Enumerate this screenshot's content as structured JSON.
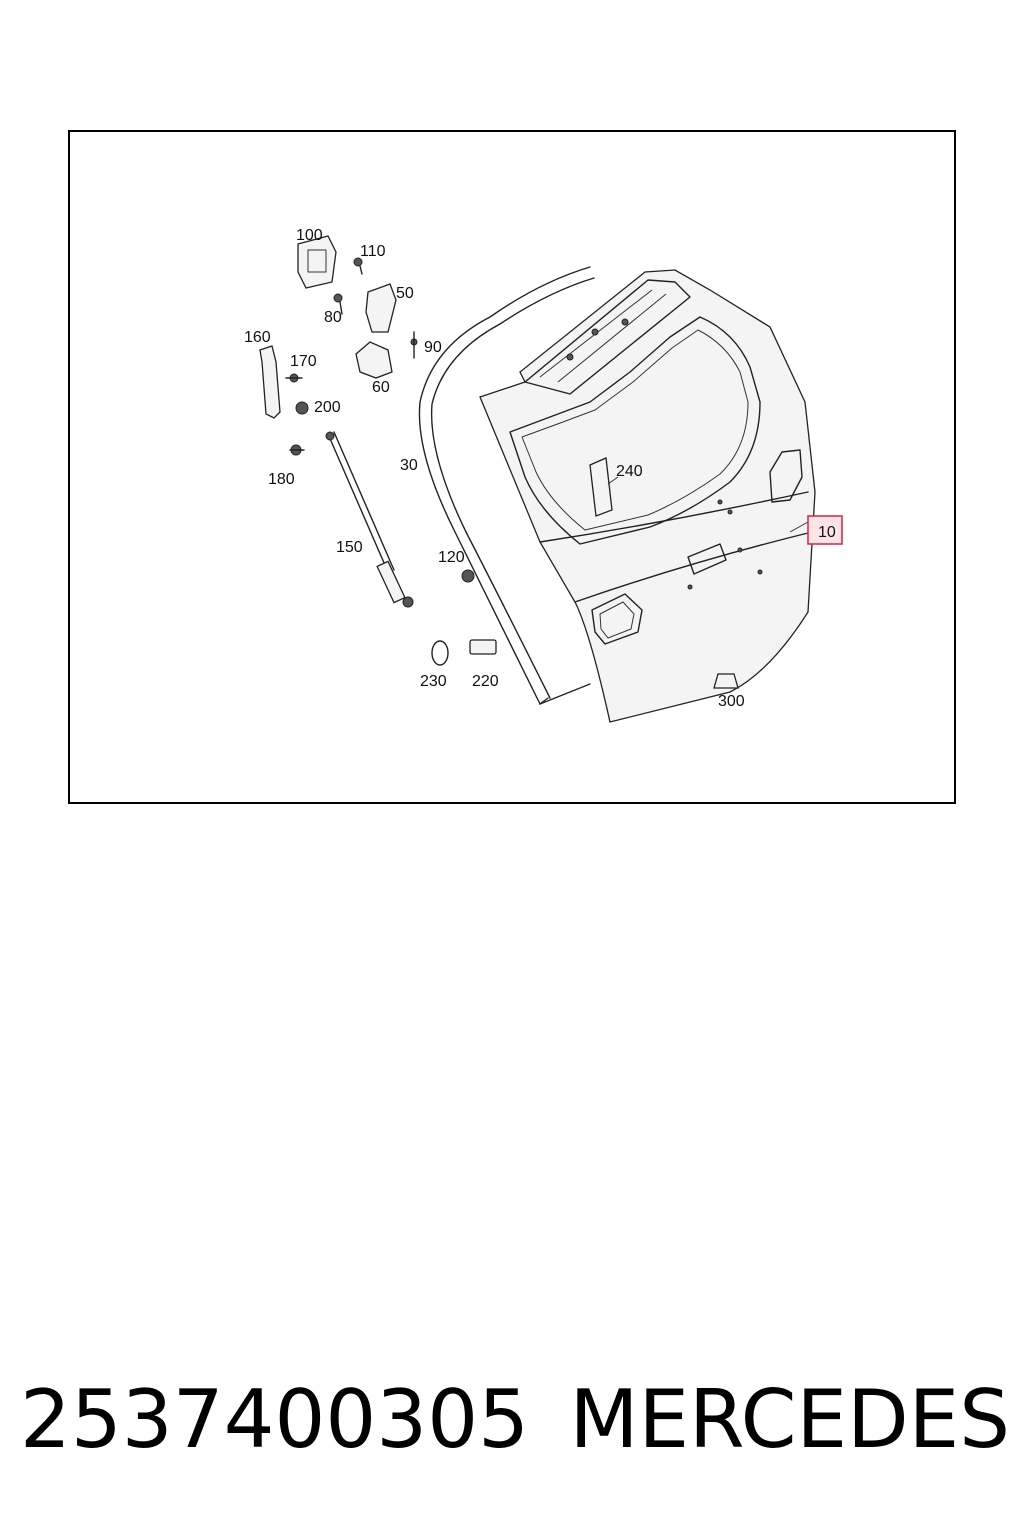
{
  "diagram": {
    "highlight_color": "#d9304a",
    "part_labels": {
      "p10": "10",
      "p30": "30",
      "p50": "50",
      "p60": "60",
      "p80": "80",
      "p90": "90",
      "p100": "100",
      "p110": "110",
      "p120": "120",
      "p150": "150",
      "p160": "160",
      "p170": "170",
      "p180": "180",
      "p200": "200",
      "p220": "220",
      "p230": "230",
      "p240": "240",
      "p300": "300"
    }
  },
  "caption": {
    "part_number": "2537400305",
    "brand": "MERCEDES"
  }
}
